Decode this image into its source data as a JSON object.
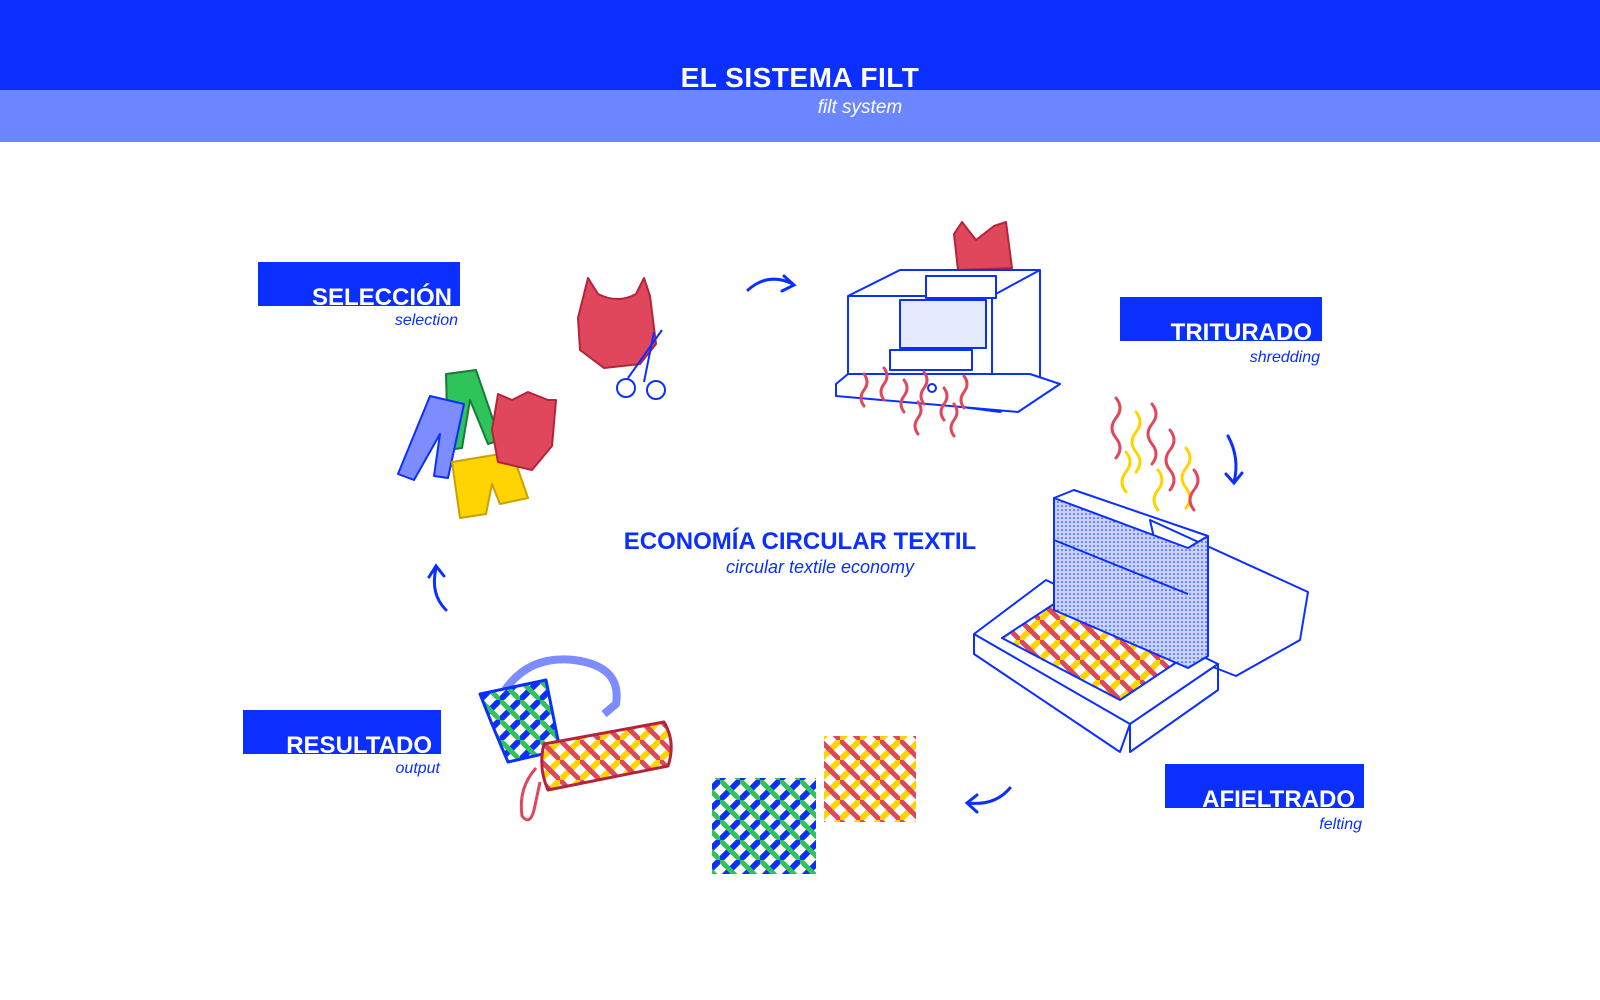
{
  "header": {
    "title": "EL SISTEMA FILT",
    "subtitle": "filt system"
  },
  "center": {
    "title": "ECONOMÍA CIRCULAR TEXTIL",
    "subtitle": "circular textile economy"
  },
  "steps": [
    {
      "title": "SELECCIÓN",
      "subtitle": "selection"
    },
    {
      "title": "TRITURADO",
      "subtitle": "shredding"
    },
    {
      "title": "AFIELTRADO",
      "subtitle": "felting"
    },
    {
      "title": "RESULTADO",
      "subtitle": "output"
    }
  ],
  "colors": {
    "brand_blue": "#0a2fff",
    "light_blue": "#6c86ff",
    "red": "#e0475c",
    "yellow": "#ffd400",
    "green": "#2ec45a"
  }
}
